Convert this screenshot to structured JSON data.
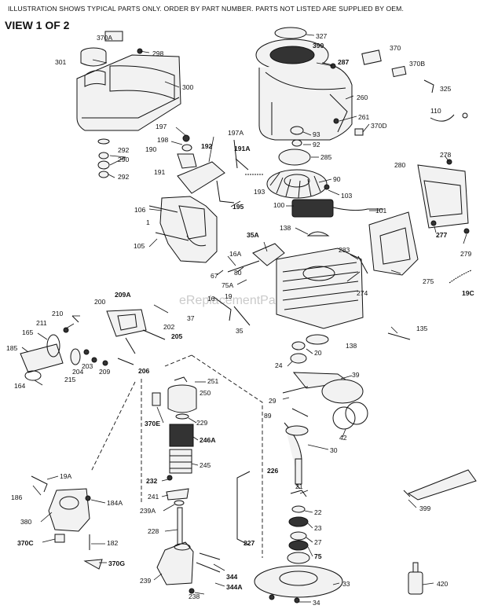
{
  "header": {
    "notice": "ILLUSTRATION SHOWS TYPICAL PARTS ONLY.  ORDER BY PART NUMBER.  PARTS NOT LISTED ARE SUPPLIED BY OEM.",
    "view": "VIEW 1 OF 2"
  },
  "watermark": "eReplacementParts.com",
  "parts": {
    "p370A": "370A",
    "p301": "301",
    "p298": "298",
    "p300": "300",
    "p327": "327",
    "p390": "390",
    "p287": "287",
    "p370": "370",
    "p370B": "370B",
    "p325": "325",
    "p260": "260",
    "p261": "261",
    "p370D": "370D",
    "p110": "110",
    "p93": "93",
    "p92": "92",
    "p285": "285",
    "p90": "90",
    "p103": "103",
    "p197": "197",
    "p198": "198",
    "p190": "190",
    "p192": "192",
    "p197A": "197A",
    "p191A": "191A",
    "p191": "191",
    "p193": "193",
    "p292a": "292",
    "p290": "290",
    "p292b": "292",
    "p278": "278",
    "p280": "280",
    "p277": "277",
    "p279": "279",
    "p106": "106",
    "p1": "1",
    "p195": "195",
    "p105": "105",
    "p100": "100",
    "p101": "101",
    "p138a": "138",
    "p35A": "35A",
    "p283": "283",
    "p275": "275",
    "p19C": "19C",
    "p16A": "16A",
    "p80": "80",
    "p67": "67",
    "p75A": "75A",
    "p274": "274",
    "p16": "16",
    "p19": "19",
    "p37": "37",
    "p35": "35",
    "p135": "135",
    "p209A": "209A",
    "p200": "200",
    "p210": "210",
    "p211": "211",
    "p165": "165",
    "p185": "185",
    "p202": "202",
    "p205": "205",
    "p204": "204",
    "p203": "203",
    "p215": "215",
    "p209": "209",
    "p206": "206",
    "p164": "164",
    "p138b": "138",
    "p20": "20",
    "p24": "24",
    "p39": "39",
    "p251": "251",
    "p250": "250",
    "p229": "229",
    "p370E": "370E",
    "p246A": "246A",
    "p245": "245",
    "p29": "29",
    "p89": "89",
    "p42": "42",
    "p30": "30",
    "p226": "226",
    "p232": "232",
    "p241": "241",
    "p239A": "239A",
    "p228": "228",
    "p227": "227",
    "p19A": "19A",
    "p186": "186",
    "p184A": "184A",
    "p380": "380",
    "p370C": "370C",
    "p182": "182",
    "p370G": "370G",
    "p21": "21",
    "p22": "22",
    "p23": "23",
    "p27": "27",
    "p75": "75",
    "p399": "399",
    "p239": "239",
    "p344": "344",
    "p344A": "344A",
    "p238": "238",
    "p33": "33",
    "p34": "34",
    "p420": "420"
  }
}
